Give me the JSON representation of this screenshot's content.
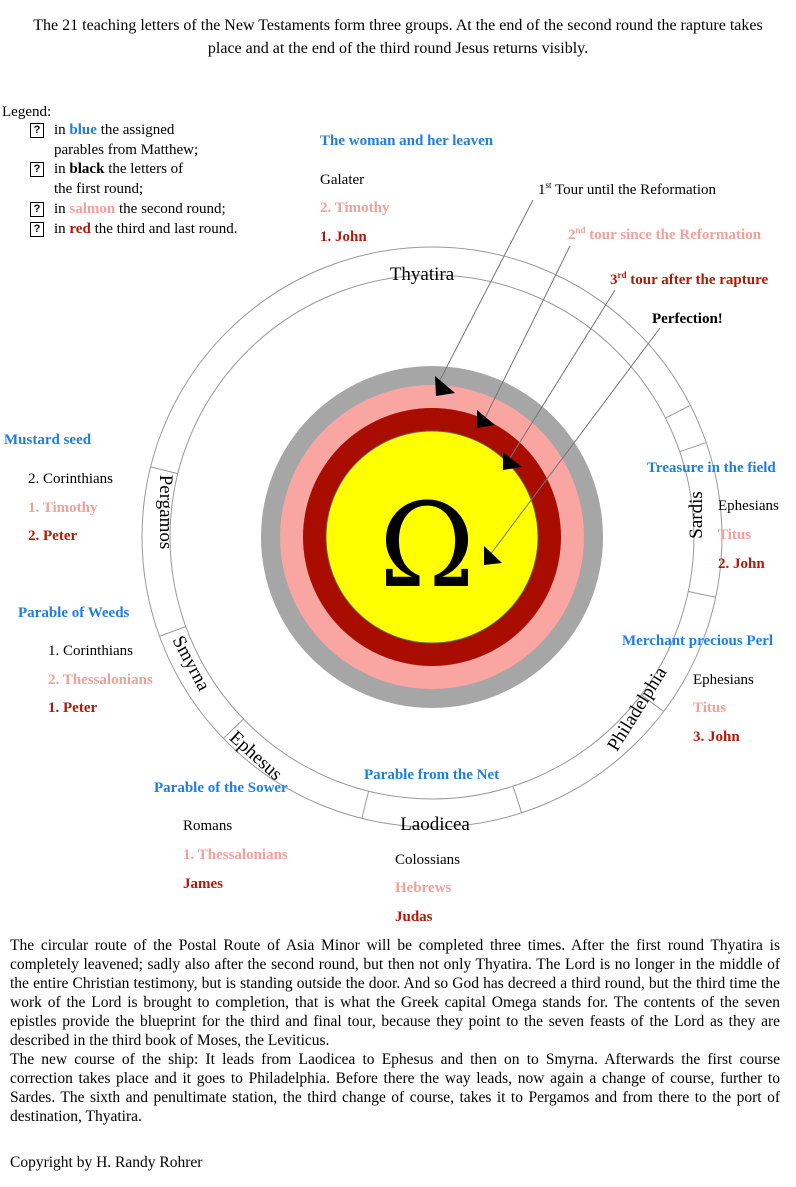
{
  "intro": "The 21 teaching letters of the New Testaments form three groups. At the end of the second round the rapture takes place and at the end of the third round Jesus returns visibly.",
  "legend": {
    "title": "Legend:",
    "items": [
      {
        "pre": "in",
        "key": "blue",
        "post": "the assigned",
        "post2": "parables from Matthew;"
      },
      {
        "pre": "in",
        "key": "black",
        "post": "the letters of",
        "post2": "the first round;"
      },
      {
        "pre": "in",
        "key": "salmon",
        "post": "the second round;"
      },
      {
        "pre": "in",
        "key": "red",
        "post": "the third and last round."
      }
    ],
    "box_glyph": "?"
  },
  "diagram": {
    "center_symbol": "Ω",
    "stations": [
      "Thyatira",
      "Pergamos",
      "Smyrna",
      "Ephesus",
      "Laodicea",
      "Philadelphia",
      "Sardis"
    ],
    "tours": [
      {
        "label": "1",
        "sup": "st",
        "rest": " Tour until the Reformation"
      },
      {
        "label": "2",
        "sup": "nd",
        "rest": " tour since the Reformation"
      },
      {
        "label": "3",
        "sup": "rd",
        "rest": " tour after the rapture"
      },
      {
        "label": "Perfection!"
      }
    ],
    "groups": {
      "thyatira": {
        "parable": "The woman and her leaven",
        "first": "Galater",
        "second": "2. Timothy",
        "third": "1. John"
      },
      "pergamos": {
        "parable": "Mustard seed",
        "first": "2. Corinthians",
        "second": "1. Timothy",
        "third": "2. Peter"
      },
      "smyrna": {
        "parable": "Parable of Weeds",
        "first": "1. Corinthians",
        "second": "2. Thessalonians",
        "third": "1. Peter"
      },
      "ephesus": {
        "parable": "Parable of the Sower",
        "first": "Romans",
        "second": "1. Thessalonians",
        "third": "James"
      },
      "laodicea": {
        "parable": "Parable from the Net",
        "first": "Colossians",
        "second": "Hebrews",
        "third": "Judas"
      },
      "philadelphia": {
        "parable": "Merchant precious Perl",
        "first": "Ephesians",
        "second": "Titus",
        "third": "3. John"
      },
      "sardis": {
        "parable": "Treasure in the field",
        "first": "Ephesians",
        "second": "Titus",
        "third": "2. John"
      }
    },
    "colors": {
      "gray": "#a6a6a6",
      "salmon": "#f9a5a2",
      "darkred": "#a80d00",
      "yellow": "#ffff00",
      "blue": "#1e7fe0",
      "red": "#b01a0a"
    }
  },
  "body_p1": "The circular route of the Postal Route of Asia Minor will be completed three times. After the first round Thyatira is completely leavened; sadly also after the second round, but then not only Thyatira. The Lord is no longer in the middle of the entire Christian testimony, but is standing outside the door. And so God has decreed a third round, but the third time the work of the Lord is brought to completion, that is what the Greek capital Omega stands for. The contents of the seven epistles provide the blueprint for the third and final tour, because they point to the seven feasts of the Lord as they are described in the third book of Moses, the Leviticus.",
  "body_p2": "The new course of the ship: It leads from Laodicea to Ephesus and then on to Smyrna. Afterwards the first course correction takes place and it goes to Philadelphia. Before there the way leads, now again a change of course, further to Sardes. The sixth and penultimate station, the third change of course, takes it to Pergamos and from there to the port of destination, Thyatira.",
  "copyright": "Copyright by H. Randy Rohrer"
}
